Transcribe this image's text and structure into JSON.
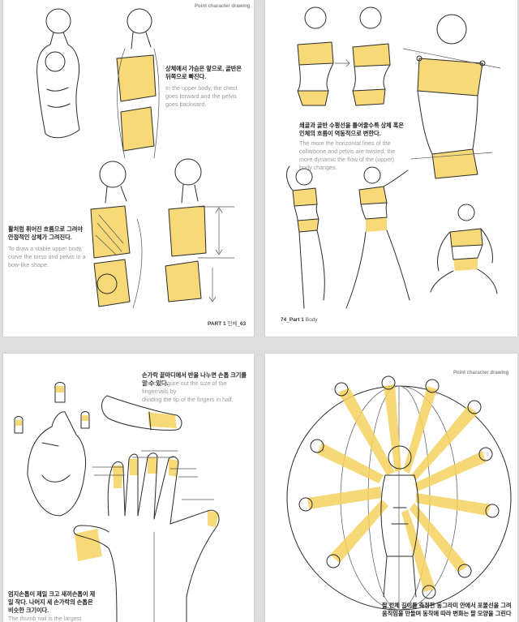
{
  "colors": {
    "highlight": "#f6d260",
    "background": "#dedede",
    "page": "#ffffff"
  },
  "page1": {
    "header": "Point character drawing",
    "text1_ko": "상체에서 가슴은 앞으로, 골반은\n뒤쪽으로 빠진다.",
    "text1_en": "In the upper body, the chest\ngoes forward and the pelvis\ngoes backward.",
    "text2_ko": "활처럼 휘어진 흐름으로 그려야\n안정적인 상체가 그려진다.",
    "text2_en": "To draw a stable upper body,\ncurve the torso and pelvis in a\nbow-like shape.",
    "folio_part": "PART 1",
    "folio_section": "인체",
    "folio_num": "63"
  },
  "page2": {
    "text_ko": "쇄골과 골반 수평선을 틀어줄수록 상체 혹은\n인체의 흐름이 역동적으로 변한다.",
    "text_en": "The more the horizontal lines of the\ncollarbone and pelvis are twisted, the\nmore dynamic the flow of the (upper)\nbody changes.",
    "folio_num": "74",
    "folio_part": "Part 1",
    "folio_section": "Body"
  },
  "page3": {
    "text1_ko": "손가락 끝마디에서 반을 나누면 손톱 크기를 알 수 있다.",
    "text1_en": "You can figure out the size of the fingernails by\ndividing the tip of the fingers in half.",
    "text2_ko": "엄지손톱이 제일 크고 새끼손톱이 제\n일 작다. 나머지 세 손가락의 손톱은\n비슷한 크기이다.",
    "text2_en": "The thumb nail is the largest"
  },
  "page4": {
    "header": "Point character drawing",
    "text_ko": "팔 전체 길이를 측정한 동그라미 안에서 포물선을 그려\n움직임을 만들며 동작에 따라 변화는 팔 모양을 그린다"
  }
}
